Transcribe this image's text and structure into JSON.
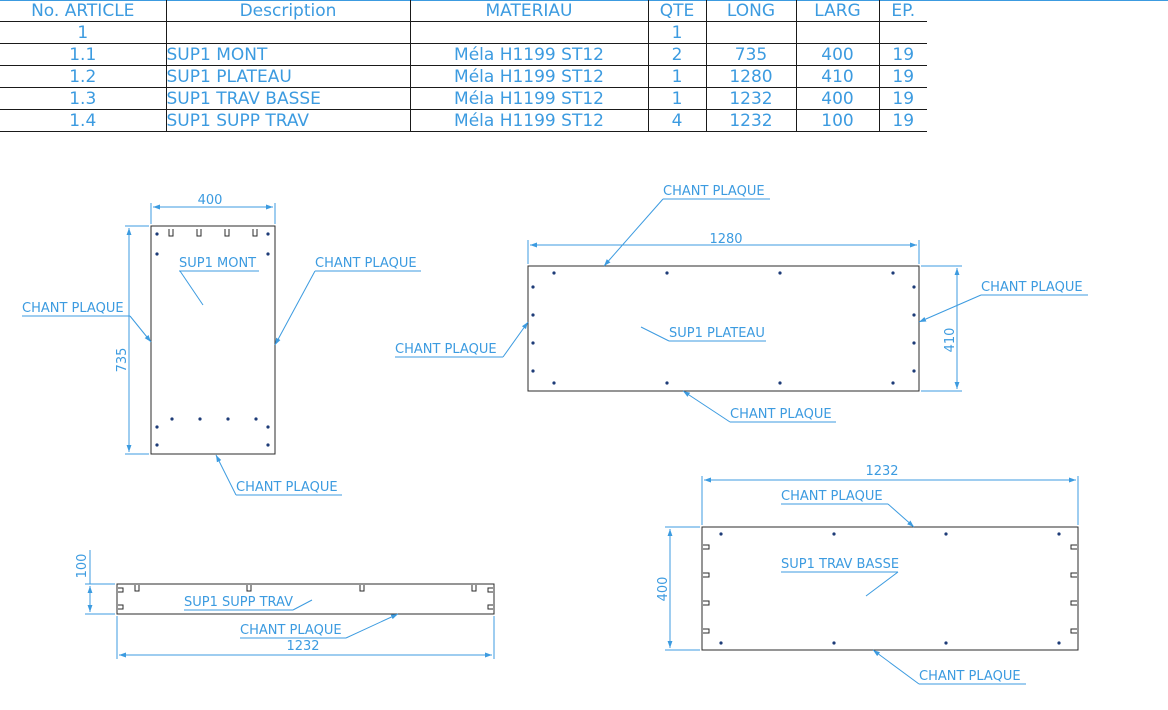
{
  "bom": {
    "headers": [
      "No. ARTICLE",
      "Description",
      "MATERIAU",
      "QTE",
      "LONG",
      "LARG",
      "EP."
    ],
    "rows": [
      {
        "article": "1",
        "description": "",
        "material": "",
        "qty": "1",
        "long": "",
        "larg": "",
        "ep": ""
      },
      {
        "article": "1.1",
        "description": "SUP1 MONT",
        "material": "Méla H1199 ST12",
        "qty": "2",
        "long": "735",
        "larg": "400",
        "ep": "19"
      },
      {
        "article": "1.2",
        "description": "SUP1 PLATEAU",
        "material": "Méla H1199 ST12",
        "qty": "1",
        "long": "1280",
        "larg": "410",
        "ep": "19"
      },
      {
        "article": "1.3",
        "description": "SUP1 TRAV BASSE",
        "material": "Méla H1199 ST12",
        "qty": "1",
        "long": "1232",
        "larg": "400",
        "ep": "19"
      },
      {
        "article": "1.4",
        "description": "SUP1 SUPP TRAV",
        "material": "Méla H1199 ST12",
        "qty": "4",
        "long": "1232",
        "larg": "100",
        "ep": "19"
      }
    ]
  },
  "views": {
    "mont": {
      "label": "SUP1 MONT",
      "width": "400",
      "height": "735",
      "edge_left": "CHANT PLAQUE",
      "edge_right": "CHANT PLAQUE",
      "edge_bottom": "CHANT PLAQUE"
    },
    "plateau": {
      "label": "SUP1 PLATEAU",
      "width": "1280",
      "height": "410",
      "edge_top": "CHANT PLAQUE",
      "edge_left": "CHANT PLAQUE",
      "edge_right": "CHANT PLAQUE",
      "edge_bottom": "CHANT PLAQUE"
    },
    "trav_basse": {
      "label": "SUP1 TRAV BASSE",
      "width": "1232",
      "height": "400",
      "edge_top": "CHANT PLAQUE",
      "edge_bottom": "CHANT PLAQUE"
    },
    "supp_trav": {
      "label": "SUP1 SUPP TRAV",
      "width": "1232",
      "height": "100",
      "edge_bottom": "CHANT PLAQUE"
    }
  },
  "colors": {
    "annotation": "#3c9be0",
    "outline": "#2b2b2b",
    "hole": "#1e3c78"
  }
}
